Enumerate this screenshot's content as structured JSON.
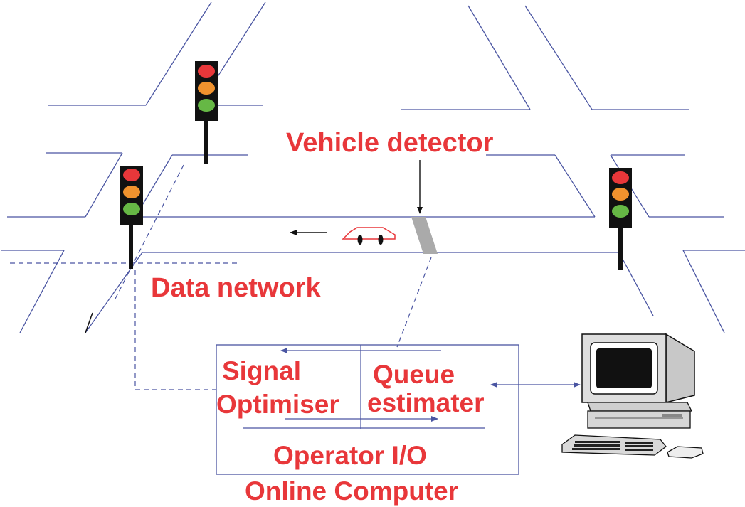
{
  "labels": {
    "vehicle_detector": "Vehicle detector",
    "data_network": "Data network",
    "signal": "Signal",
    "optimiser": "Optimiser",
    "queue": "Queue",
    "estimater": "estimater",
    "operator_io": "Operator I/O",
    "online_computer": "Online Computer"
  },
  "colors": {
    "label_text": "#e8373a",
    "road_lines": "#4a55a2",
    "light_red": "#e8373a",
    "light_amber": "#f0922e",
    "light_green": "#66b845",
    "light_housing": "#111111",
    "detector_zone": "#aaaaaa",
    "car_outline": "#e8373a",
    "computer_body": "#d6d6d6"
  },
  "icons": {
    "traffic_lights": [
      "traffic-light-icon",
      "traffic-light-icon",
      "traffic-light-icon"
    ],
    "vehicle": "car-icon",
    "computer": "desktop-computer-icon"
  }
}
